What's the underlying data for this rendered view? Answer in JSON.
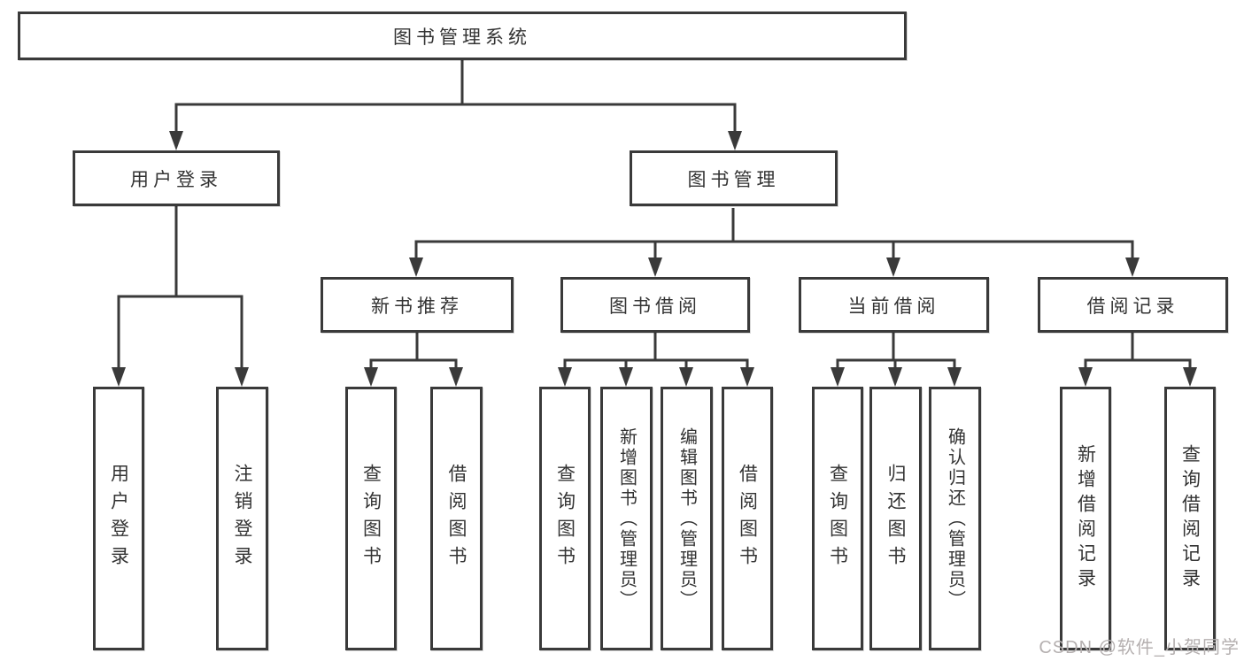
{
  "diagram": {
    "root": "图书管理系统",
    "level2": {
      "user_login": "用户登录",
      "book_management": "图书管理"
    },
    "level3": {
      "new_books": "新书推荐",
      "book_borrow": "图书借阅",
      "current_borrow": "当前借阅",
      "borrow_records": "借阅记录"
    },
    "leaves": {
      "user_login": [
        "用户登录",
        "注销登录"
      ],
      "new_books": [
        "查询图书",
        "借阅图书"
      ],
      "book_borrow": [
        "查询图书",
        "新增图书（管理员）",
        "编辑图书（管理员）",
        "借阅图书"
      ],
      "current_borrow": [
        "查询图书",
        "归还图书",
        "确认归还（管理员）"
      ],
      "borrow_records": [
        "新增借阅记录",
        "查询借阅记录"
      ]
    }
  },
  "watermark": "CSDN @软件_小贺同学",
  "colors": {
    "line": "#3a3a3a",
    "text": "#333333",
    "background": "#ffffff",
    "watermark": "#b5b0b0"
  }
}
